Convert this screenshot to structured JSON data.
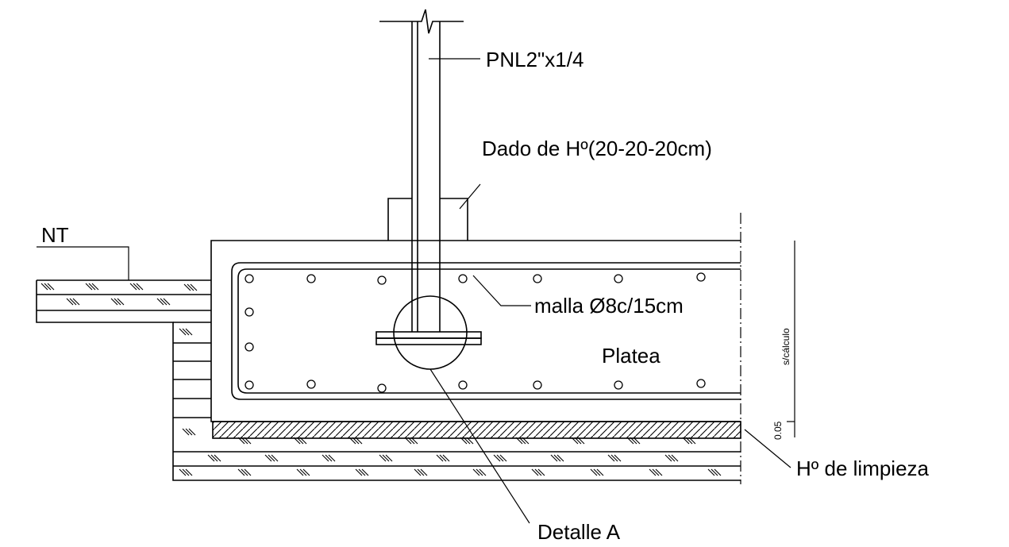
{
  "labels": {
    "profile": "PNL2\"x1/4",
    "pedestal": "Dado de Hº(20-20-20cm)",
    "ground_level": "NT",
    "mesh": "malla Ø8c/15cm",
    "slab": "Platea",
    "lean_concrete": "Hº de limpieza",
    "detail": "Detalle A",
    "dim_thickness": "s/cálculo",
    "dim_lean": "0.05"
  }
}
